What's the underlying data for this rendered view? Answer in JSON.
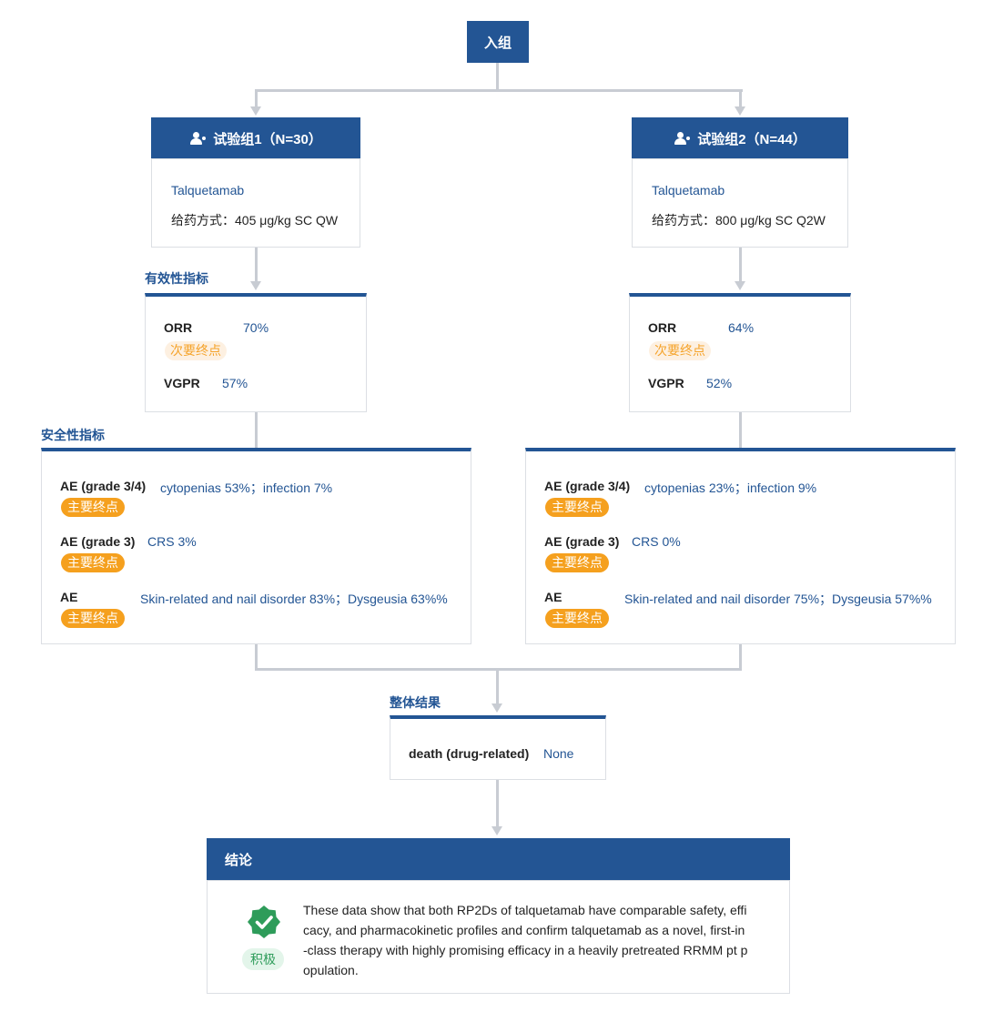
{
  "enroll": {
    "label": "入组"
  },
  "groups": [
    {
      "title": "试验组1（N=30）",
      "drug": "Talquetamab",
      "dose": "给药方式：405 μg/kg SC QW",
      "efficacy": {
        "rows": [
          {
            "label": "ORR",
            "value": "70%",
            "badge": "次要终点"
          },
          {
            "label": "VGPR",
            "value": "57%"
          }
        ]
      },
      "safety": {
        "rows": [
          {
            "label": "AE (grade 3/4)",
            "value": "cytopenias 53%；infection 7%",
            "badge": "主要终点"
          },
          {
            "label": "AE (grade 3)",
            "value": "CRS 3%",
            "badge": "主要终点"
          },
          {
            "label": "AE",
            "value": "Skin-related and nail disorder 83%；Dysgeusia 63%%",
            "badge": "主要终点"
          }
        ]
      }
    },
    {
      "title": "试验组2（N=44）",
      "drug": "Talquetamab",
      "dose": "给药方式：800 μg/kg SC Q2W",
      "efficacy": {
        "rows": [
          {
            "label": "ORR",
            "value": "64%",
            "badge": "次要终点"
          },
          {
            "label": "VGPR",
            "value": "52%"
          }
        ]
      },
      "safety": {
        "rows": [
          {
            "label": "AE (grade 3/4)",
            "value": "cytopenias 23%；infection 9%",
            "badge": "主要终点"
          },
          {
            "label": "AE (grade 3)",
            "value": "CRS 0%",
            "badge": "主要终点"
          },
          {
            "label": "AE",
            "value": "Skin-related and nail disorder 75%；Dysgeusia 57%%",
            "badge": "主要终点"
          }
        ]
      }
    }
  ],
  "labels": {
    "efficacy": "有效性指标",
    "safety": "安全性指标",
    "overall": "整体结果"
  },
  "overall": {
    "label": "death (drug-related)",
    "value": "None"
  },
  "conclusion": {
    "title": "结论",
    "badge": "积极",
    "text_lines": [
      "These data show that both RP2Ds of talquetamab have comparable safety, effi",
      "cacy, and pharmacokinetic profiles and confirm talquetamab as a novel, first-in",
      "-class therapy with highly promising efficacy in a heavily pretreated RRMM pt p",
      "opulation."
    ]
  },
  "colors": {
    "primary": "#235594",
    "connector": "#c8ccd3",
    "secondary_badge": "#f5a32a",
    "primary_badge": "#f5a01e",
    "positive": "#2e9c5a"
  },
  "icons": {
    "group": "person-icon",
    "conclusion": "verified-badge-icon"
  }
}
